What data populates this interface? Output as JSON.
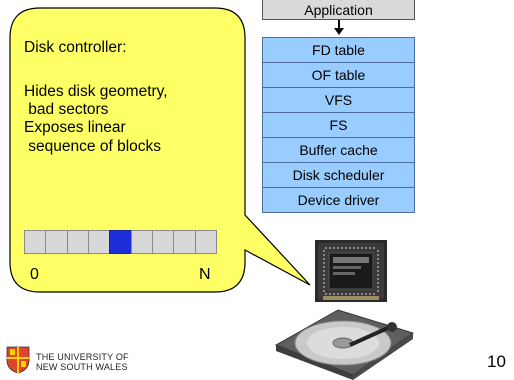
{
  "callout": {
    "title": "Disk controller:",
    "lines": [
      "Hides disk geometry,",
      " bad sectors",
      "Exposes linear",
      " sequence of blocks"
    ],
    "blocks": 9,
    "highlighted_block_index": 4,
    "start_label": "0",
    "end_label": "N",
    "fill_color": "#ffff66"
  },
  "stack": {
    "app_label": "Application",
    "layers": [
      "FD table",
      "OF table",
      "VFS",
      "FS",
      "Buffer cache",
      "Disk scheduler",
      "Device driver"
    ],
    "layer_color": "#99ccff"
  },
  "footer": {
    "university_line1": "THE UNIVERSITY OF",
    "university_line2": "NEW SOUTH WALES",
    "page_number": "10"
  }
}
